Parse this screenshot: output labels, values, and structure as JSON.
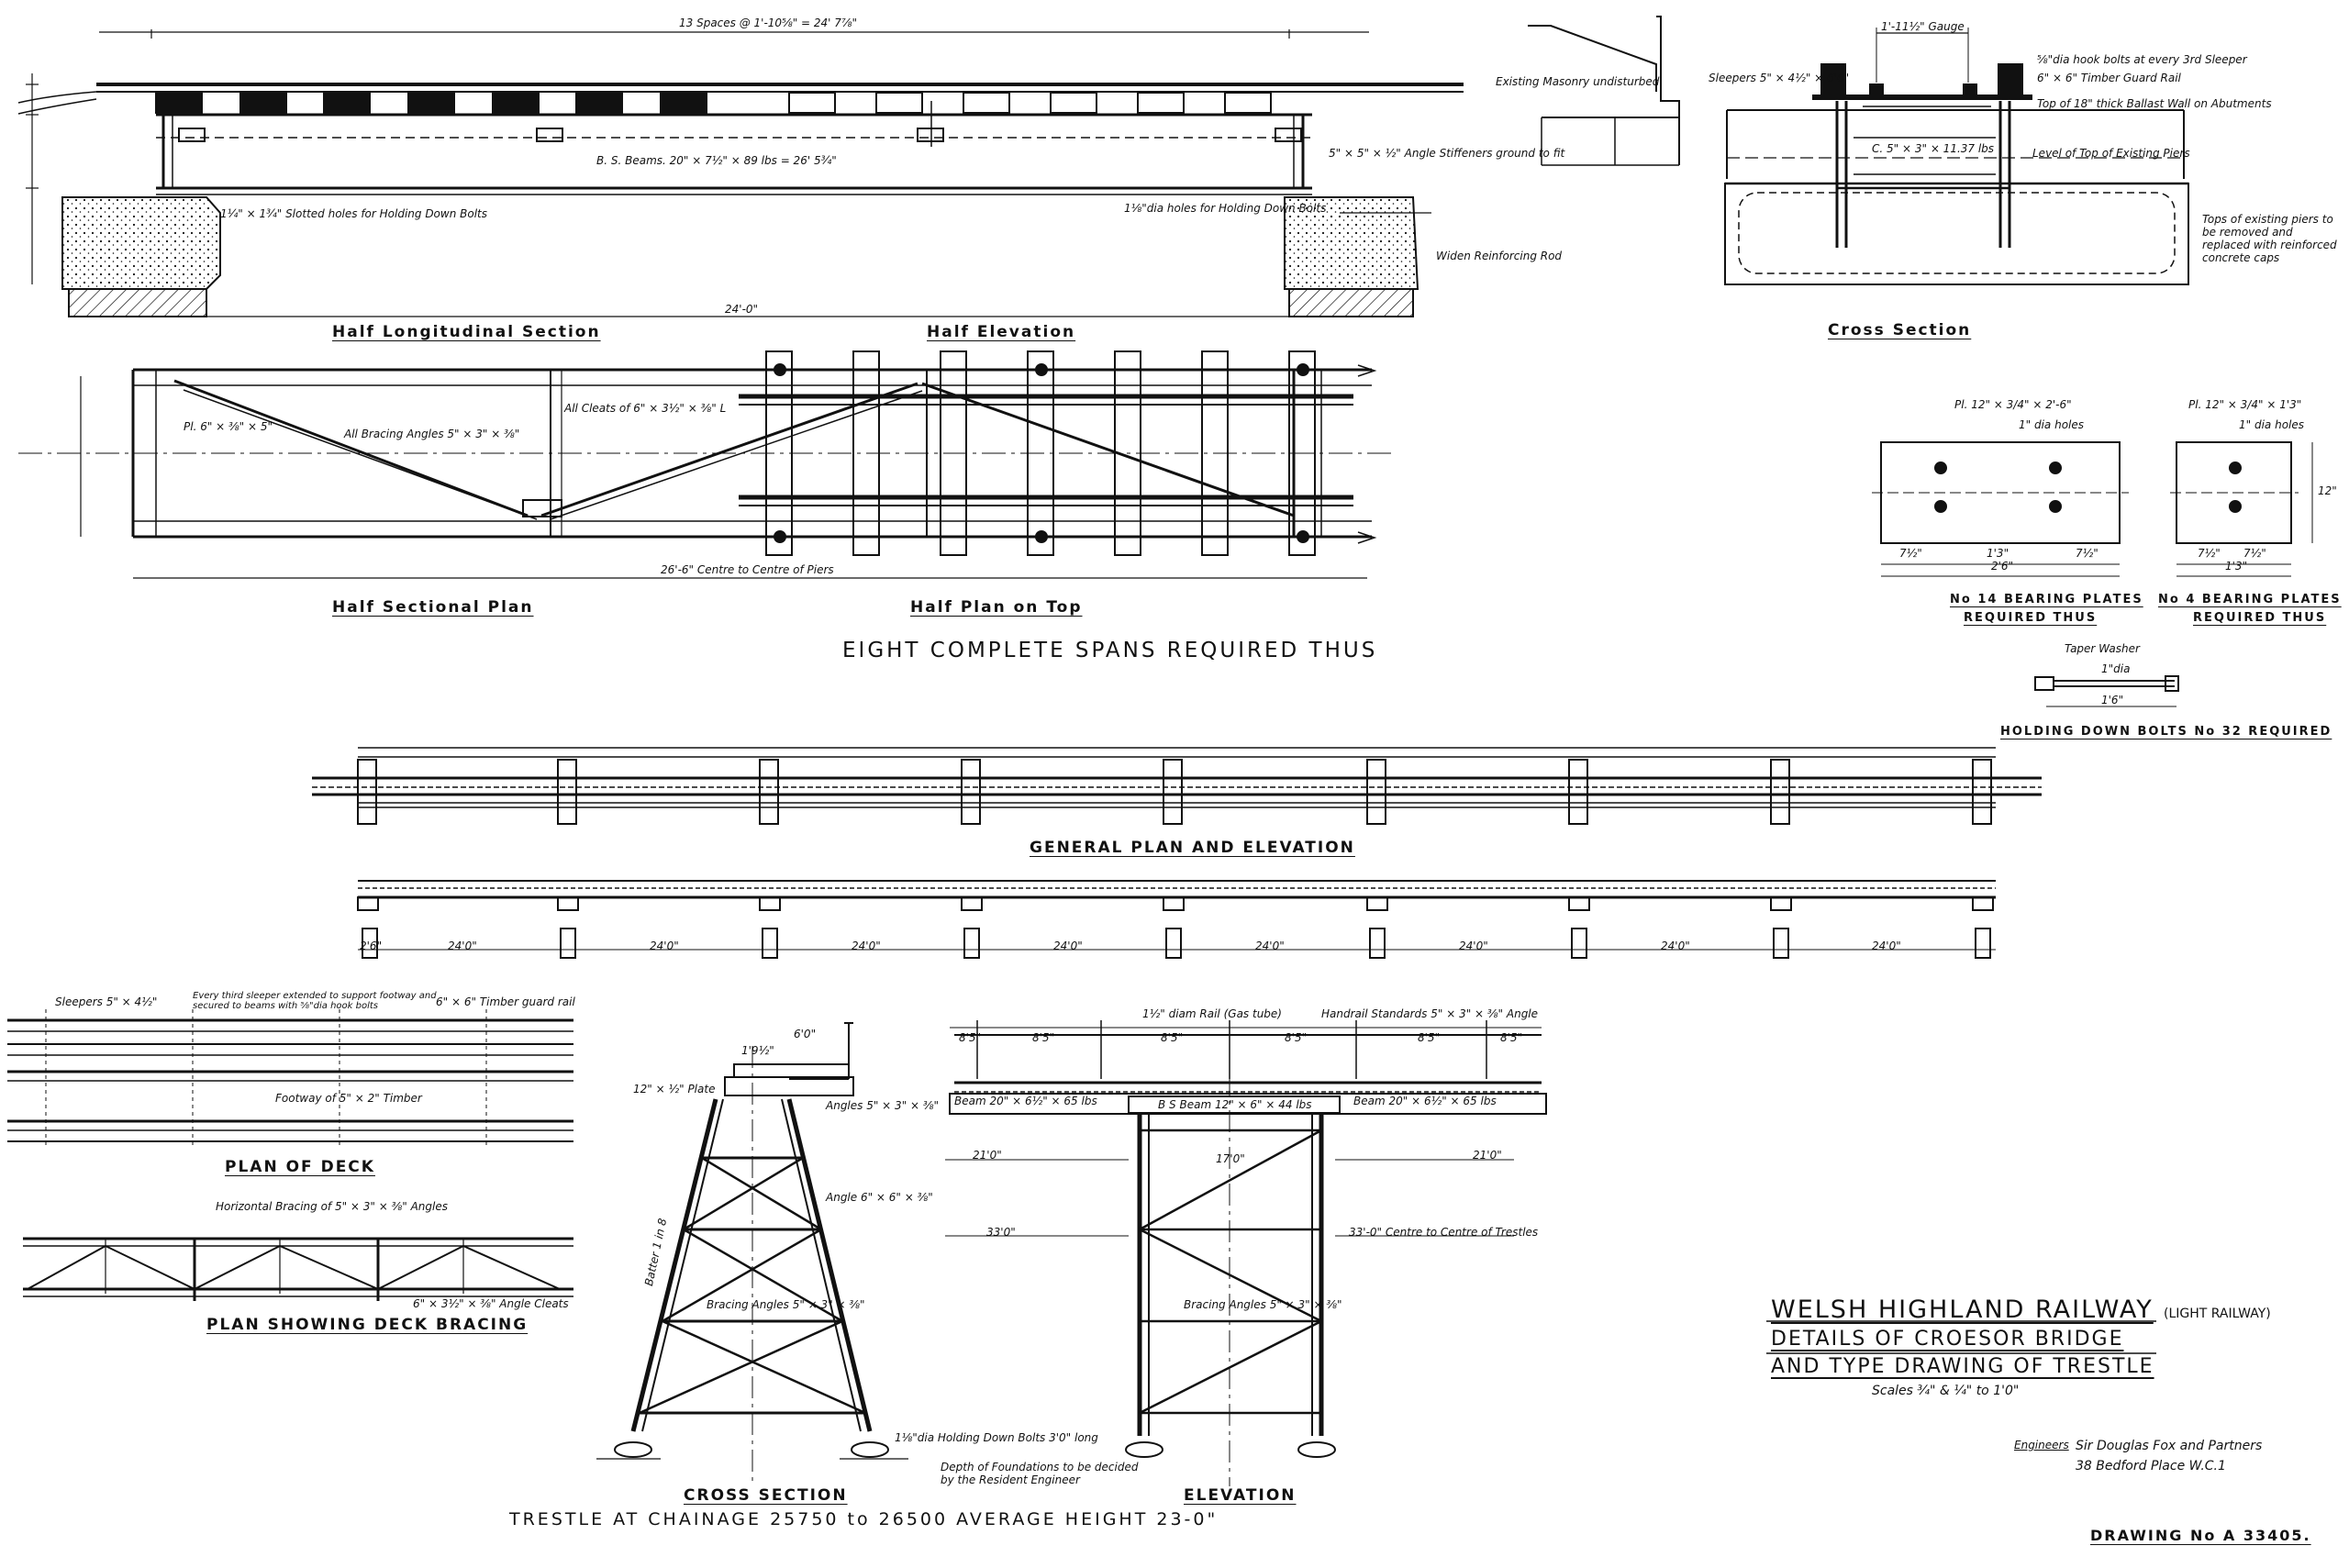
{
  "colors": {
    "ink": "#111111",
    "paper": "#ffffff",
    "concrete": "#e6e6e6"
  },
  "view_titles": {
    "half_longitudinal_section": "Half Longitudinal Section",
    "half_elevation": "Half Elevation",
    "cross_section_top": "Cross Section",
    "half_sectional_plan": "Half Sectional Plan",
    "half_plan_on_top": "Half Plan on Top",
    "eight_spans": "EIGHT COMPLETE SPANS REQUIRED THUS",
    "general_plan": "GENERAL PLAN AND ELEVATION",
    "plan_of_deck": "PLAN OF DECK",
    "plan_deck_bracing": "PLAN SHOWING DECK BRACING",
    "trestle_cross_section": "CROSS SECTION",
    "trestle_elevation": "ELEVATION",
    "trestle_caption": "TRESTLE AT CHAINAGE 25750 to 26500   AVERAGE HEIGHT 23-0\""
  },
  "bearing_plates": {
    "large": {
      "note": "Pl. 12\" × 3/4\" × 2'-6\"",
      "holes": "1\" dia holes",
      "caption_1": "No 14 BEARING PLATES",
      "caption_2": "REQUIRED THUS",
      "dim_left": "7½\"",
      "dim_mid": "1'3\"",
      "dim_right": "7½\"",
      "dim_total": "2'6\""
    },
    "small": {
      "note": "Pl. 12\" × 3/4\" × 1'3\"",
      "holes": "1\" dia holes",
      "caption_1": "No 4 BEARING PLATES",
      "caption_2": "REQUIRED THUS",
      "dim_left": "7½\"",
      "dim_right": "7½\"",
      "dim_total": "1'3\"",
      "dim_height": "12\""
    }
  },
  "bolts": {
    "note": "Taper Washer",
    "dia": "1\"dia",
    "length": "1'6\"",
    "caption": "HOLDING DOWN BOLTS No 32 REQUIRED"
  },
  "annotations": {
    "spaces": "13 Spaces @ 1'-10⅝\" = 24' 7⅞\"",
    "bs_beams": "B. S. Beams. 20\" × 7½\" × 89 lbs = 26' 5¾\"",
    "slotted_holes": "1¼\" × 1¾\" Slotted holes for Holding Down Bolts",
    "dia_holes": "1⅛\"dia holes for Holding Down Bolts",
    "angle_stiffeners": "5\" × 5\" × ½\" Angle Stiffeners ground to fit",
    "widen_reinforcing": "Widen Reinforcing Rod",
    "dim_24": "24'-0\"",
    "existing_masonry": "Existing Masonry undisturbed",
    "gauge": "1'-11½\" Gauge",
    "sleepers_top": "Sleepers 5\" × 4½\" × 6'6\"",
    "hook_bolts": "⅝\"dia hook bolts at every 3rd Sleeper",
    "guard_rail": "6\" × 6\" Timber Guard Rail",
    "ballast_wall": "Top of 18\" thick Ballast Wall on Abutments",
    "level_piers": "Level of Top of Existing Piers",
    "channel": "C. 5\" × 3\" × 11.37 lbs",
    "tops_piers": "Tops of existing piers to be removed and replaced with reinforced concrete caps",
    "cleats": "All Cleats of 6\" × 3½\" × ⅜\" L",
    "bracing_angles": "All Bracing Angles 5\" × 3\" × ⅜\"",
    "plate_6": "Pl. 6\" × ⅜\" × 5\"",
    "centre_piers": "26'-6\" Centre to Centre of Piers",
    "span_24": "24'0\"",
    "gap_2_6": "2'6\"",
    "sleepers_deck": "Sleepers 5\" × 4½\"",
    "every_third": "Every third sleeper extended to support footway and secured to beams with ⅝\"dia hook bolts",
    "timber_guard": "6\" × 6\" Timber guard rail",
    "footway": "Footway of 5\" × 2\" Timber",
    "horizontal_bracing": "Horizontal Bracing of 5\" × 3\" × ⅜\" Angles",
    "angle_cleats": "6\" × 3½\" × ⅜\" Angle Cleats",
    "dim_6_0": "6'0\"",
    "dim_1_9": "1'9½\"",
    "pitch": "12\" × ½\" Plate",
    "angles_5_3": "Angles 5\" × 3\" × ⅜\"",
    "angle_6_6": "Angle 6\" × 6\" × ⅜\"",
    "batter": "Batter 1 in 8",
    "trestle_bracing": "Bracing Angles 5\" × 3\" × ⅜\"",
    "holding_bolts": "1⅛\"dia Holding Down Bolts 3'0\" long",
    "foundations": "Depth of Foundations to be decided by the Resident Engineer",
    "handrail": "1½\" diam Rail (Gas tube)",
    "handrail_standards": "Handrail Standards 5\" × 3\" × ⅜\" Angle",
    "beam_20": "Beam 20\" × 6½\" × 65 lbs",
    "bs_beam_12": "B S Beam 12\" × 6\" × 44 lbs",
    "dim_8_5": "8'5\"",
    "dim_21_0": "21'0\"",
    "dim_33_0": "33'0\"",
    "centre_trestles": "33'-0\" Centre to Centre of Trestles",
    "dim_17_0": "17'0\""
  },
  "title_block": {
    "line1": "WELSH HIGHLAND RAILWAY",
    "line1_suffix": "(LIGHT RAILWAY)",
    "line2": "DETAILS OF CROESOR BRIDGE",
    "line3": "AND TYPE DRAWING OF TRESTLE",
    "scale": "Scales ¾\" & ¼\" to 1'0\"",
    "engineers_label": "Engineers",
    "engineers_name": "Sir Douglas Fox and Partners",
    "engineers_address": "38 Bedford Place W.C.1",
    "drawing_no": "DRAWING No A 33405."
  }
}
